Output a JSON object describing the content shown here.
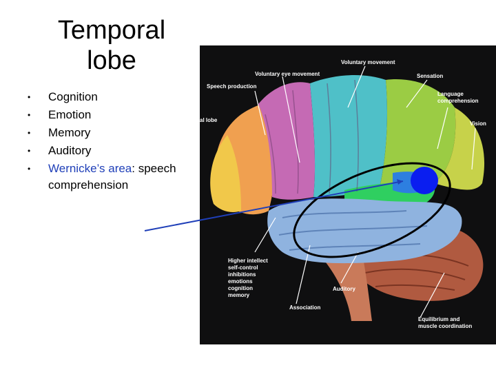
{
  "slide": {
    "title_line1": "Temporal",
    "title_line2": "lobe",
    "bullets": [
      {
        "bullet": "•",
        "text": "Cognition"
      },
      {
        "bullet": "•",
        "text": "Emotion"
      },
      {
        "bullet": "•",
        "text": "Memory"
      },
      {
        "bullet": "•",
        "text": "Auditory"
      },
      {
        "bullet": "•",
        "link_text": "Wernicke’s area",
        "text": ": speech",
        "text2": "comprehension"
      }
    ]
  },
  "figure": {
    "labels": {
      "voluntary_movement": "Voluntary movement",
      "voluntary_eye_movement": "Voluntary eye movement",
      "sensation": "Sensation",
      "speech_production": "Speech production",
      "language_comprehension_1": "Language",
      "language_comprehension_2": "comprehension",
      "frontal_lobe_partial": "al lobe",
      "vision": "Vision",
      "higher_intellect_1": "Higher intellect",
      "higher_intellect_2": "self-control",
      "higher_intellect_3": "inhibitions",
      "higher_intellect_4": "emotions",
      "higher_intellect_5": "cognition",
      "higher_intellect_6": "memory",
      "auditory": "Auditory",
      "association": "Association",
      "equilibrium_1": "Equilibrium and",
      "equilibrium_2": "muscle coordination"
    },
    "colors": {
      "background": "#0f0f10",
      "frontal_orange": "#f0a050",
      "prefrontal_yellow": "#f1c84a",
      "motor_purple": "#c56ab4",
      "sensory_teal": "#4fc0c8",
      "parietal_green": "#9bcc44",
      "wernicke_blue": "#2d7fe0",
      "temporal_blue": "#8fb3df",
      "occipital_lime": "#c7d24a",
      "cerebellum": "#b05a40",
      "marker_blue": "#0a1ef0"
    }
  }
}
